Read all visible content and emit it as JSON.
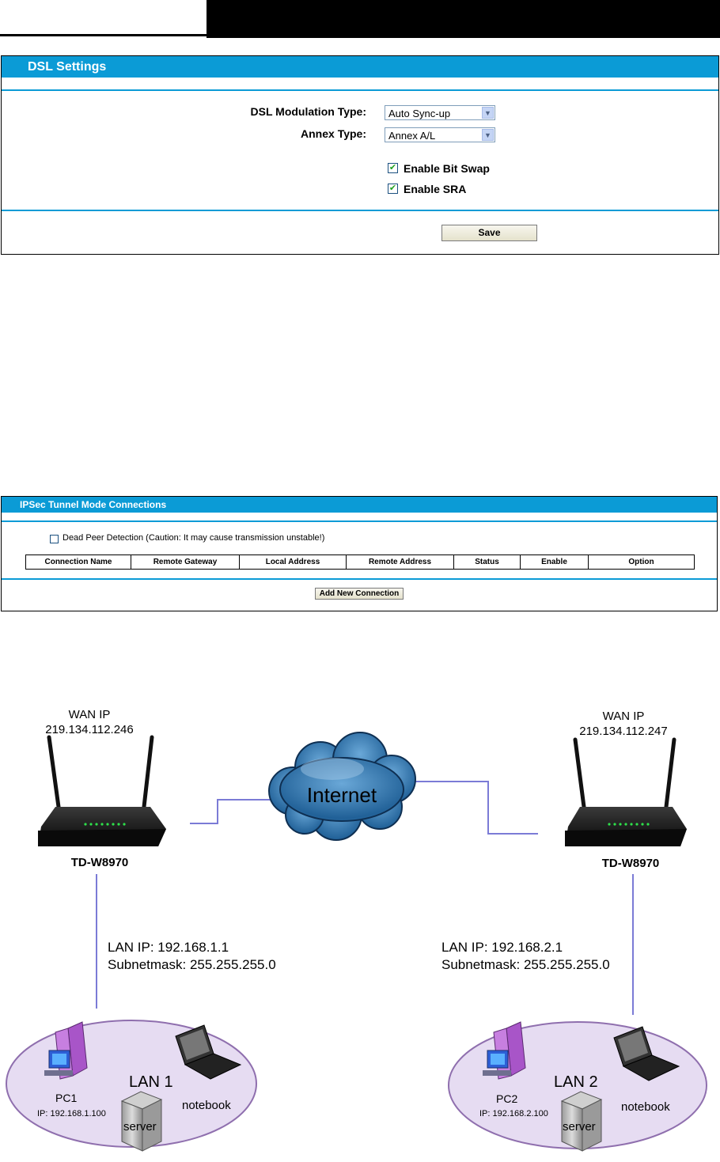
{
  "dsl_settings": {
    "title": "DSL Settings",
    "modulation_label": "DSL Modulation Type:",
    "modulation_value": "Auto Sync-up",
    "annex_label": "Annex Type:",
    "annex_value": "Annex A/L",
    "bitswap_label": "Enable Bit Swap",
    "bitswap_checked": true,
    "sra_label": "Enable SRA",
    "sra_checked": true,
    "save_label": "Save"
  },
  "ipsec": {
    "title": "IPSec Tunnel Mode Connections",
    "dpd_label": "Dead Peer Detection (Caution: It may cause transmission unstable!)",
    "dpd_checked": false,
    "columns": [
      "Connection Name",
      "Remote Gateway",
      "Local Address",
      "Remote Address",
      "Status",
      "Enable",
      "Option"
    ],
    "add_label": "Add New Connection"
  },
  "diagram": {
    "cloud_label": "Internet",
    "left": {
      "wan_label": "WAN IP",
      "wan_ip": "219.134.112.246",
      "router_model": "TD-W8970",
      "lan_ip": "LAN IP: 192.168.1.1",
      "subnet": "Subnetmask: 255.255.255.0",
      "lan_name": "LAN 1",
      "pc_name": "PC1",
      "pc_ip": "IP: 192.168.1.100",
      "notebook_label": "notebook",
      "server_label": "server"
    },
    "right": {
      "wan_label": "WAN IP",
      "wan_ip": "219.134.112.247",
      "router_model": "TD-W8970",
      "lan_ip": "LAN IP: 192.168.2.1",
      "subnet": "Subnetmask: 255.255.255.0",
      "lan_name": "LAN 2",
      "pc_name": "PC2",
      "pc_ip": "IP: 192.168.2.100",
      "notebook_label": "notebook",
      "server_label": "server"
    }
  },
  "colors": {
    "accent_blue": "#0b9bd6",
    "link_line": "#7b7bd6",
    "lan_ellipse": "#e6dcf2"
  }
}
